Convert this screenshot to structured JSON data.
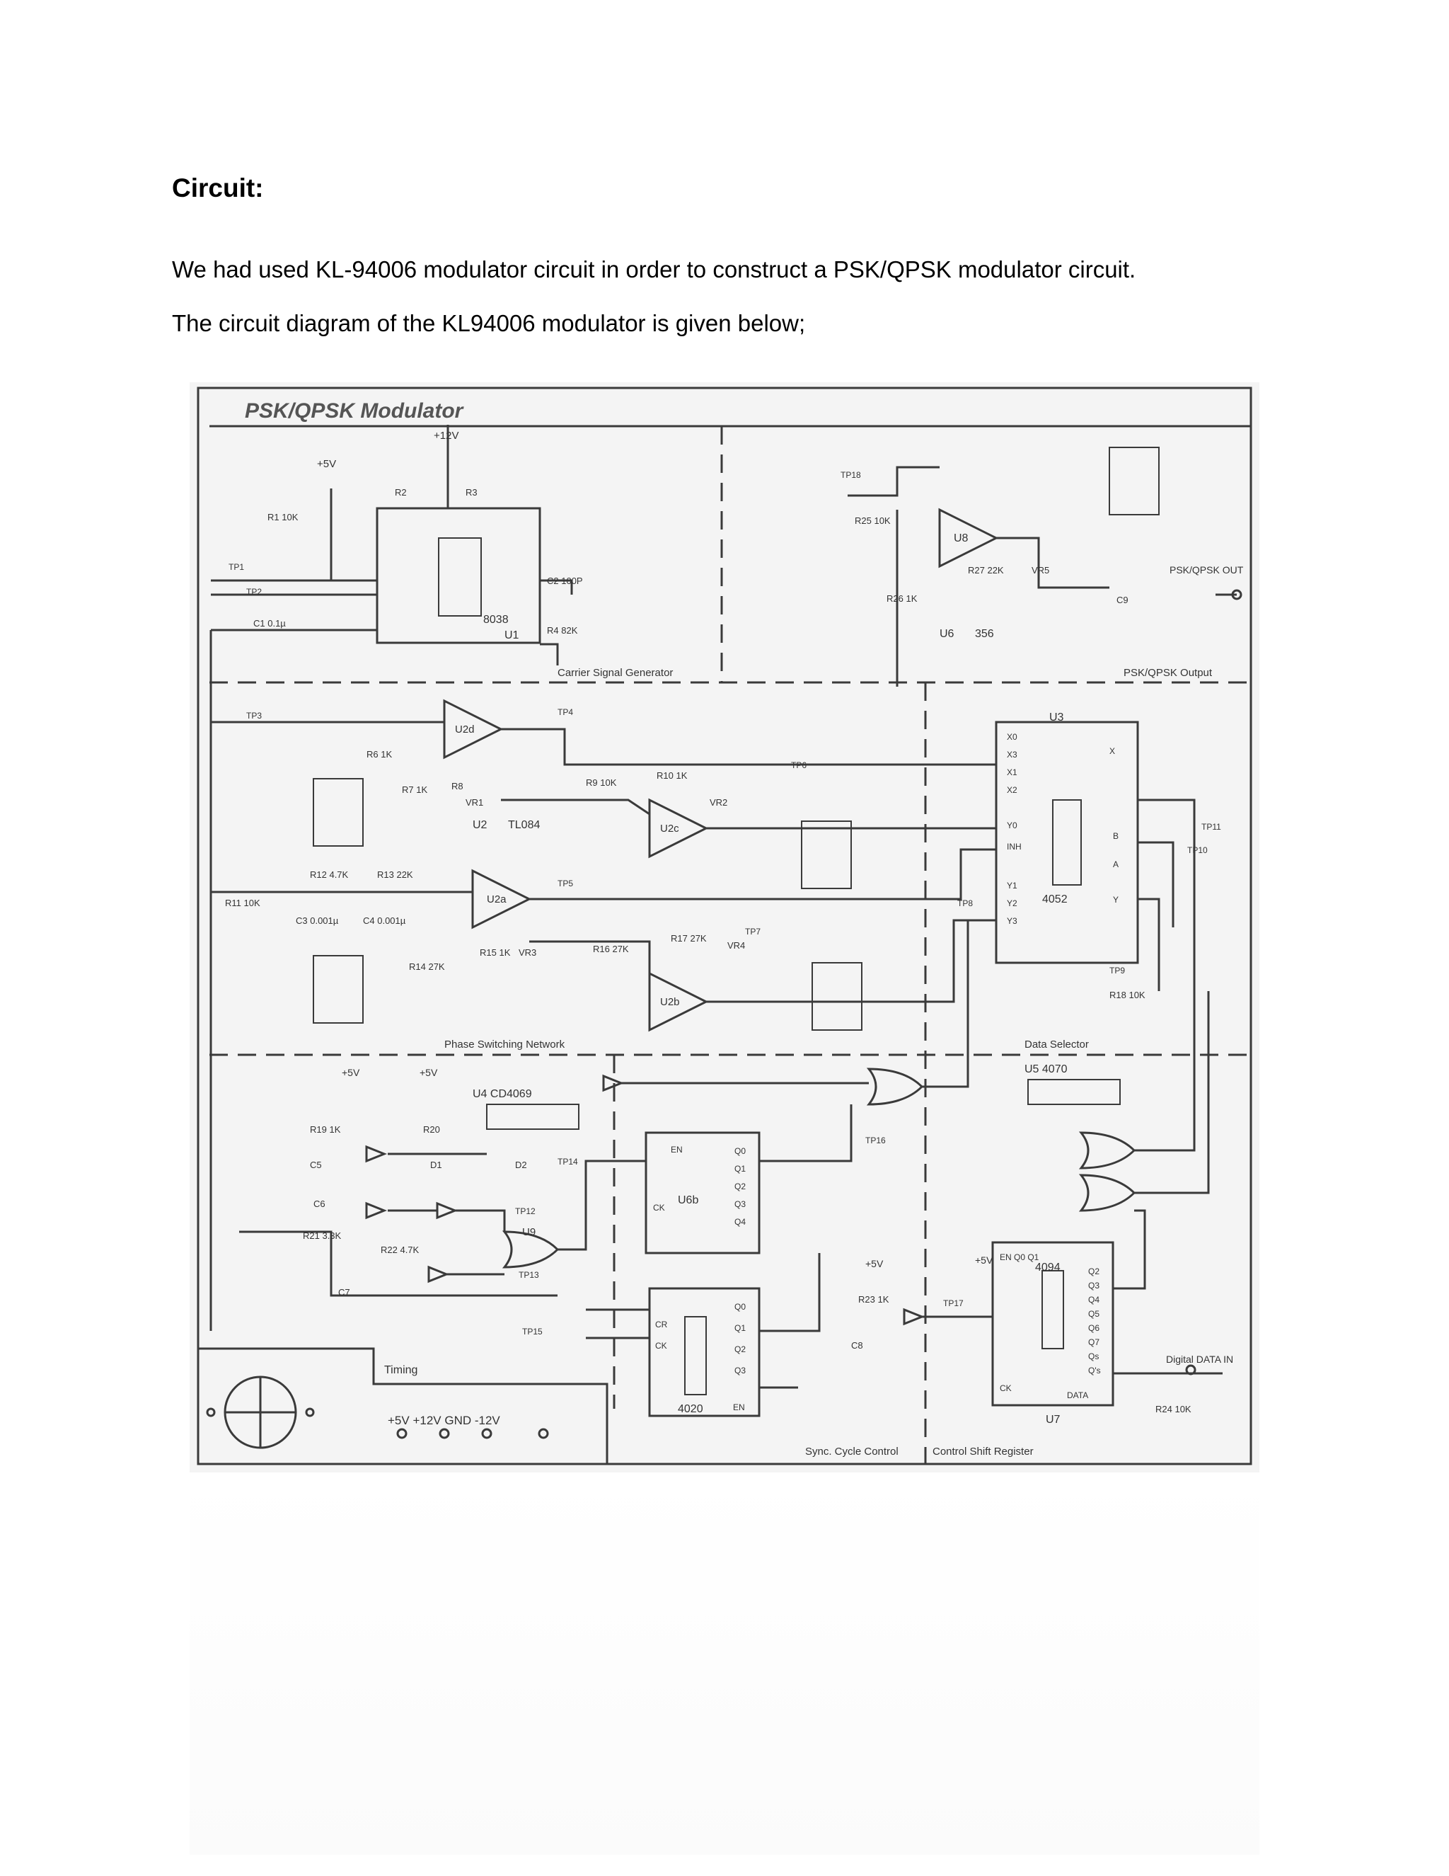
{
  "document": {
    "heading": "Circuit:",
    "paragraphs": [
      "We had used KL-94006 modulator circuit in order to construct a PSK/QPSK modulator circuit.",
      "The circuit diagram of the KL94006 modulator is given below;"
    ]
  },
  "figure": {
    "title": "PSK/QPSK Modulator",
    "section_labels": {
      "carrier": "Carrier Signal Generator",
      "output": "PSK/QPSK Output",
      "phase": "Phase Switching Network",
      "selector": "Data Selector",
      "timing": "Timing",
      "sync": "Sync. Cycle Control",
      "shift": "Control Shift Register"
    },
    "chips": {
      "u1": "U1",
      "u1_part": "8038",
      "u2": "U2",
      "u2_part": "TL084",
      "u3": "U3",
      "u3_part": "4052",
      "u4": "U4 CD4069",
      "u5": "U5 4070",
      "u6": "U6",
      "u6_part": "356",
      "u7": "U7",
      "u7_part": "4094",
      "u8": "U8",
      "counter": "4020",
      "u6b": "U6b",
      "u9": "U9",
      "u2a": "U2a",
      "u2b": "U2b",
      "u2c": "U2c",
      "u2d": "U2d"
    },
    "power_labels": {
      "plus12_top": "+12V",
      "plus5_top": "+5V",
      "bottom_rails": "+5V  +12V  GND  -12V",
      "plus5_a": "+5V",
      "plus5_b": "+5V",
      "plus5_c": "+5V",
      "plus5_d": "+5V"
    },
    "io_labels": {
      "output": "PSK/QPSK OUT",
      "data_in": "Digital DATA IN"
    },
    "components": {
      "r1": "R1 10K",
      "r2": "R2",
      "r3": "R3",
      "r4": "R4 82K",
      "r6": "R6 1K",
      "r7": "R7 1K",
      "r8": "R8",
      "r9": "R9 10K",
      "r10": "R10 1K",
      "r11": "R11 10K",
      "r12": "R12 4.7K",
      "r13": "R13 22K",
      "r14": "R14 27K",
      "r15": "R15 1K",
      "r16": "R16 27K",
      "r17": "R17 27K",
      "r18": "R18 10K",
      "r19": "R19 1K",
      "r20": "R20",
      "r21": "R21 3.3K",
      "r22": "R22 4.7K",
      "r23": "R23 1K",
      "r24": "R24 10K",
      "r25": "R25 10K",
      "r26": "R26 1K",
      "r27": "R27 22K",
      "c1": "C1 0.1µ",
      "c2": "C2 100P",
      "c3": "C3 0.001µ",
      "c4": "C4 0.001µ",
      "c5": "C5",
      "c6": "C6",
      "c7": "C7",
      "c8": "C8",
      "c9": "C9",
      "d1": "D1",
      "d2": "D2",
      "vr1": "VR1",
      "vr2": "VR2",
      "vr3": "VR3",
      "vr4": "VR4",
      "vr5": "VR5"
    },
    "test_points": [
      "TP1",
      "TP2",
      "TP3",
      "TP4",
      "TP5",
      "TP6",
      "TP7",
      "TP8",
      "TP9",
      "TP10",
      "TP11",
      "TP12",
      "TP13",
      "TP14",
      "TP15",
      "TP16",
      "TP17",
      "TP18"
    ],
    "u3_pins_left": [
      "X0",
      "X3",
      "X1",
      "X2",
      "Y0",
      "INH",
      "Y1",
      "Y2",
      "Y3"
    ],
    "u3_pins_right": [
      "X",
      "B",
      "A",
      "Y"
    ],
    "counter_outputs": [
      "Q0",
      "Q1",
      "Q2",
      "Q3",
      "Q4"
    ],
    "counter2_outputs": [
      "Q0",
      "Q1",
      "Q2",
      "Q3"
    ],
    "u7_pins": [
      "Q2",
      "Q3",
      "Q4",
      "Q5",
      "Q6",
      "Q7",
      "Qs",
      "Q's"
    ],
    "u7_top": "EN Q0 Q1",
    "u7_bottom": "DATA",
    "counter_pins": {
      "en": "EN",
      "ck": "CK",
      "cr": "CR"
    }
  },
  "colors": {
    "page_bg": "#ffffff",
    "text": "#000000",
    "schematic_line": "#3a3a3a",
    "schematic_bg": "#f4f4f4"
  }
}
